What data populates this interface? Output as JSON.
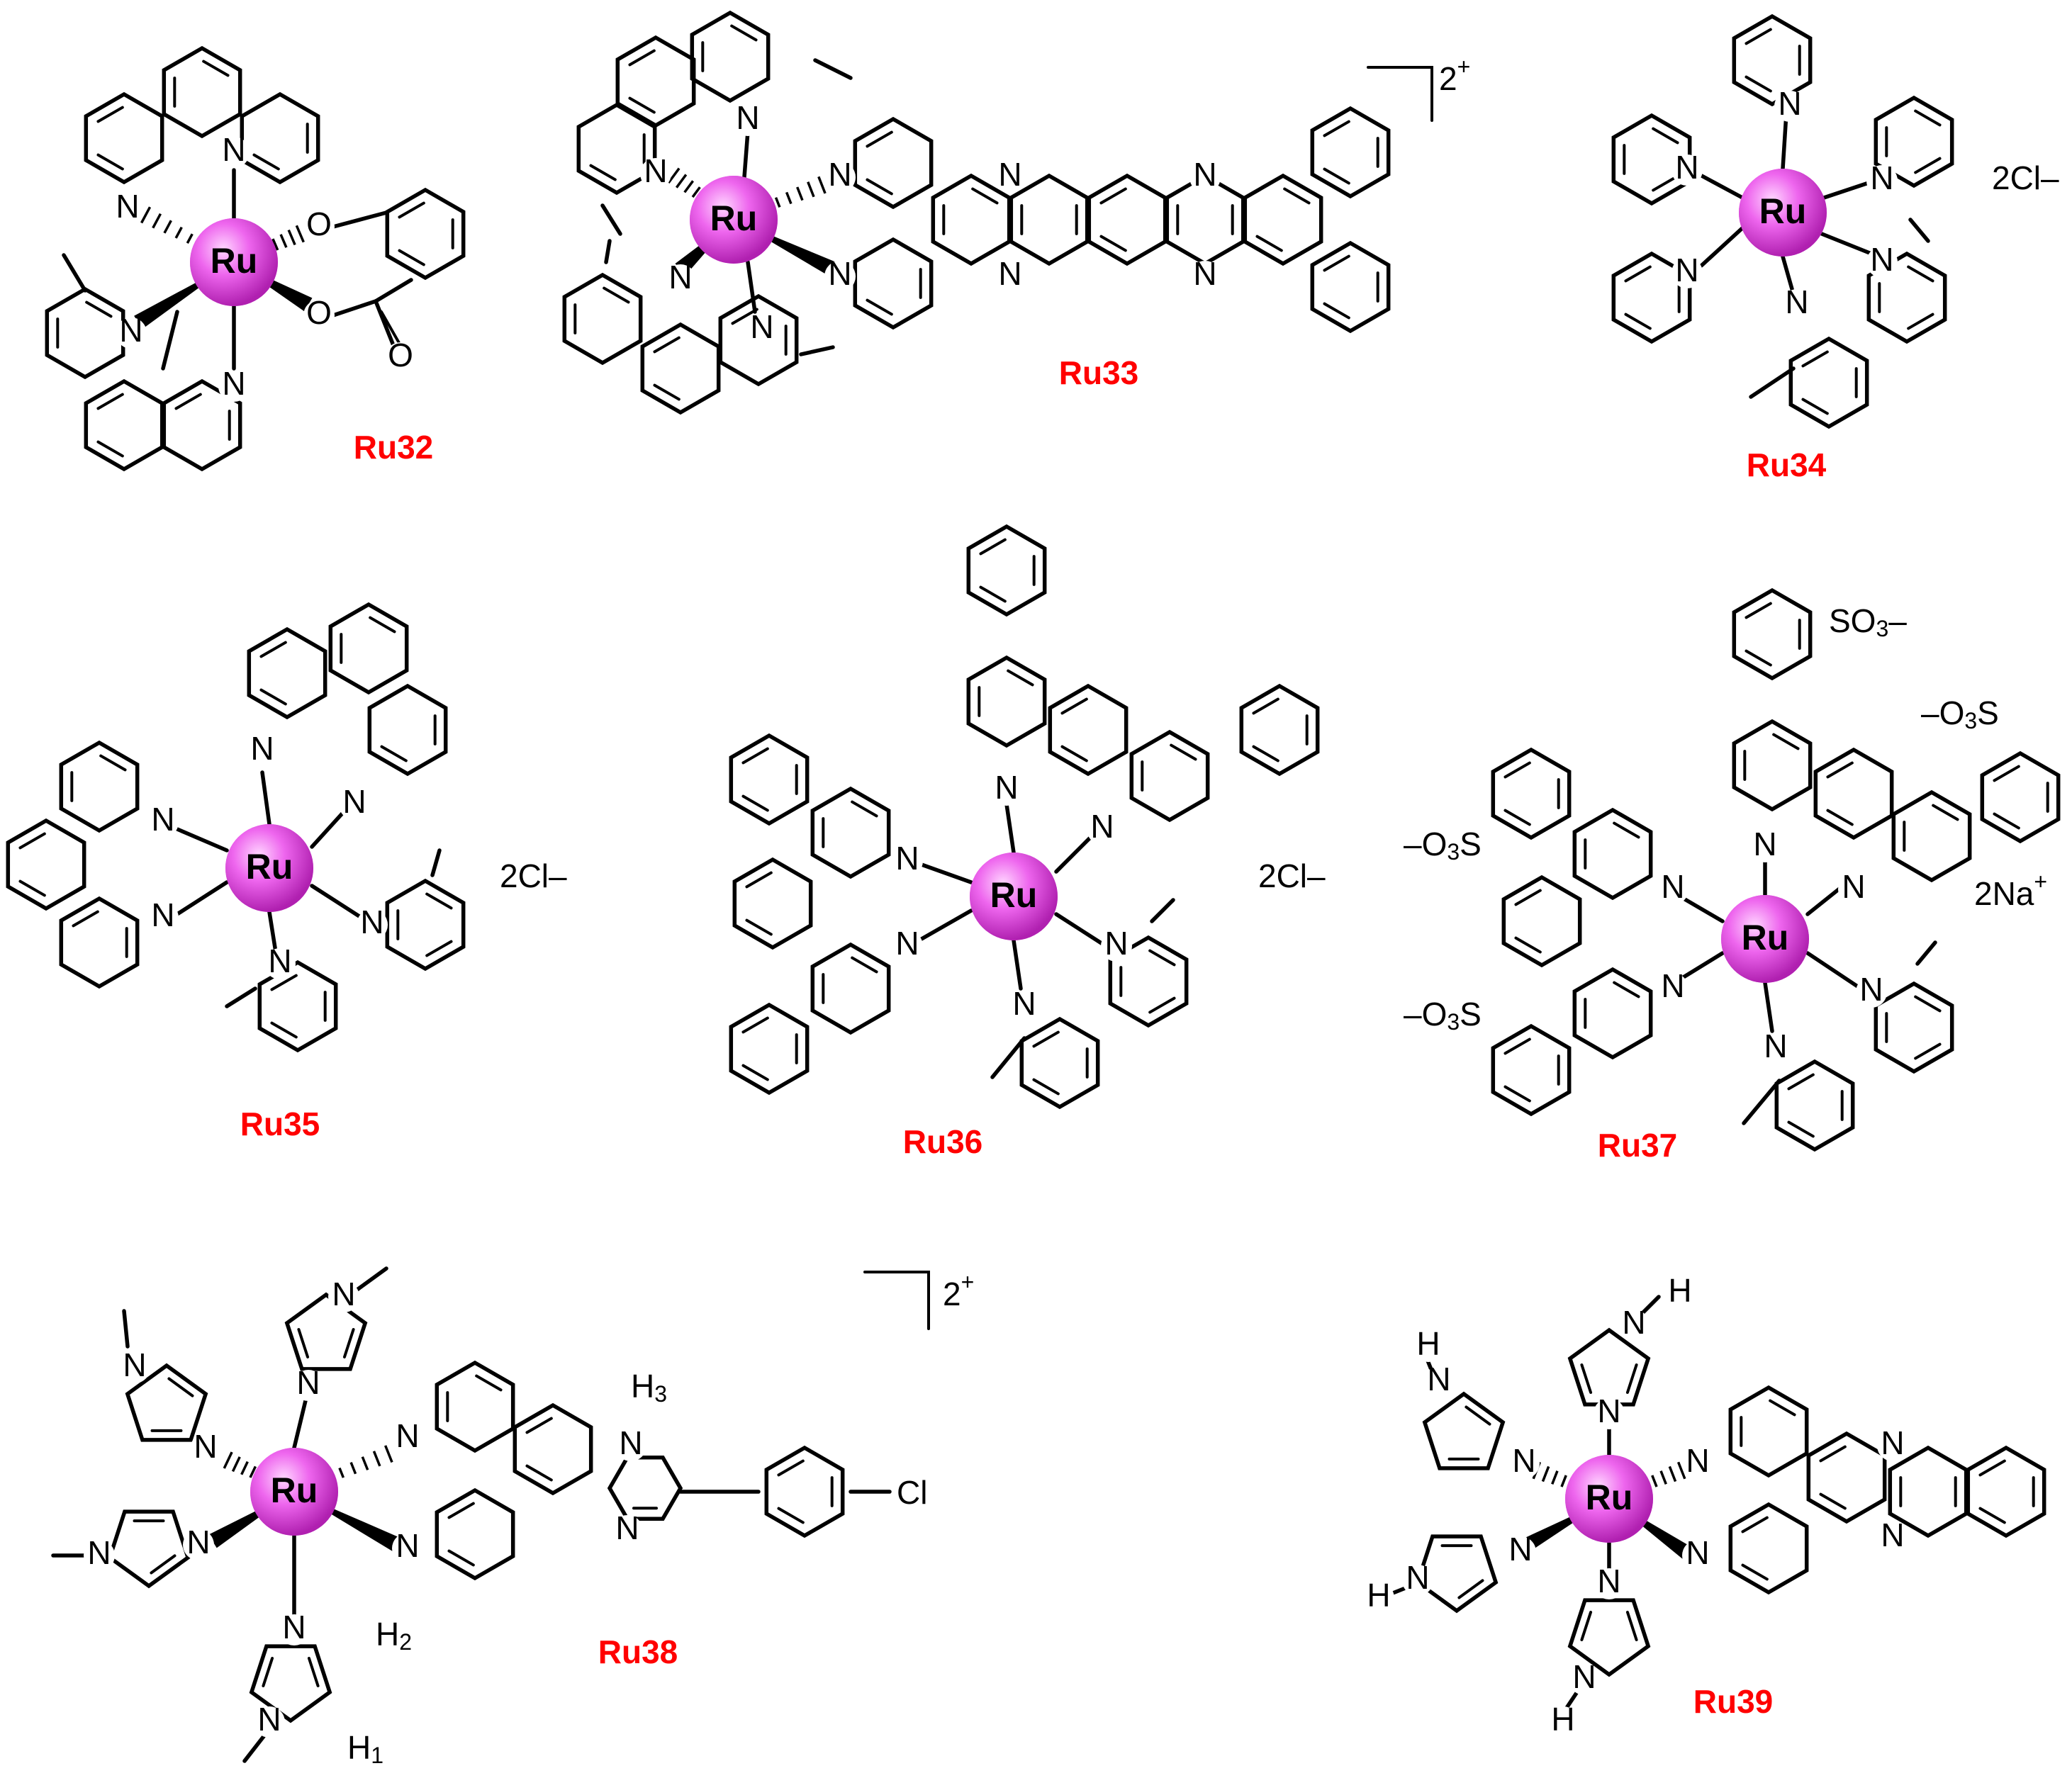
{
  "colors": {
    "ru_sphere": "#ee66ee",
    "label": "#ff0000",
    "bond": "#000000"
  },
  "metal": "Ru",
  "labels": {
    "ru32": "Ru32",
    "ru33": "Ru33",
    "ru34": "Ru34",
    "ru35": "Ru35",
    "ru36": "Ru36",
    "ru37": "Ru37",
    "ru38": "Ru38",
    "ru39": "Ru39"
  },
  "charges": {
    "ru33": "2+",
    "ru34": "2Cl–",
    "ru35": "2Cl–",
    "ru36": "2Cl–",
    "ru37": "2Na+",
    "ru38": "2+"
  },
  "substituents": {
    "so3_top": "SO3–",
    "so3_right": "–O3S",
    "so3_left_top": "–O3S",
    "so3_left_bot": "–O3S",
    "cl": "Cl",
    "h3": "H3",
    "h2": "H2",
    "h1": "H1"
  },
  "atoms": {
    "N": "N",
    "O": "O",
    "H": "H"
  }
}
